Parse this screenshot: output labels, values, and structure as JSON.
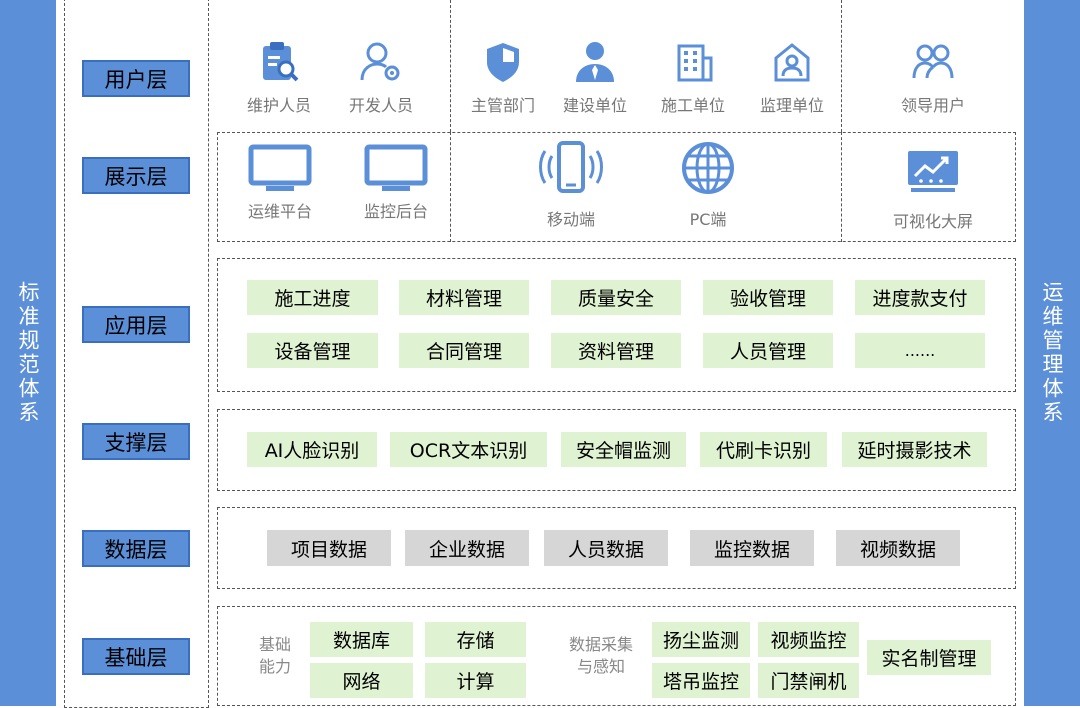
{
  "left_system": "标准规范体系",
  "right_system": "运维管理体系",
  "layers": {
    "user": "用户层",
    "display": "展示层",
    "app": "应用层",
    "support": "支撑层",
    "data": "数据层",
    "base": "基础层"
  },
  "user_layer": [
    {
      "label": "维护人员",
      "icon": "clipboard-search-icon"
    },
    {
      "label": "开发人员",
      "icon": "user-gear-icon"
    },
    {
      "label": "主管部门",
      "icon": "shield-icon"
    },
    {
      "label": "建设单位",
      "icon": "person-tie-icon"
    },
    {
      "label": "施工单位",
      "icon": "building-icon"
    },
    {
      "label": "监理单位",
      "icon": "house-person-icon"
    },
    {
      "label": "领导用户",
      "icon": "user-group-icon"
    }
  ],
  "display_layer": [
    {
      "label": "运维平台",
      "icon": "monitor-icon"
    },
    {
      "label": "监控后台",
      "icon": "monitor-icon"
    },
    {
      "label": "移动端",
      "icon": "mobile-phone-icon"
    },
    {
      "label": "PC端",
      "icon": "globe-icon"
    },
    {
      "label": "可视化大屏",
      "icon": "trend-screen-icon"
    }
  ],
  "app_layer": [
    "施工进度",
    "材料管理",
    "质量安全",
    "验收管理",
    "进度款支付",
    "设备管理",
    "合同管理",
    "资料管理",
    "人员管理",
    "......"
  ],
  "support_layer": [
    "AI人脸识别",
    "OCR文本识别",
    "安全帽监测",
    "代刷卡识别",
    "延时摄影技术"
  ],
  "data_layer": [
    "项目数据",
    "企业数据",
    "人员数据",
    "监控数据",
    "视频数据"
  ],
  "base_layer": {
    "basic_caption": "基础\n能力",
    "basic_items": [
      "数据库",
      "存储",
      "网络",
      "计算"
    ],
    "collect_caption": "数据采集\n与感知",
    "collect_items": [
      "扬尘监测",
      "视频监控",
      "塔吊监控",
      "门禁闸机"
    ],
    "extra_item": "实名制管理"
  },
  "colors": {
    "sidebar": "#5b8fd8",
    "label_bg": "#5b8fd8",
    "icon": "#5b8fd8",
    "green_box": "#dff2d1",
    "gray_box": "#d6d6d6"
  }
}
